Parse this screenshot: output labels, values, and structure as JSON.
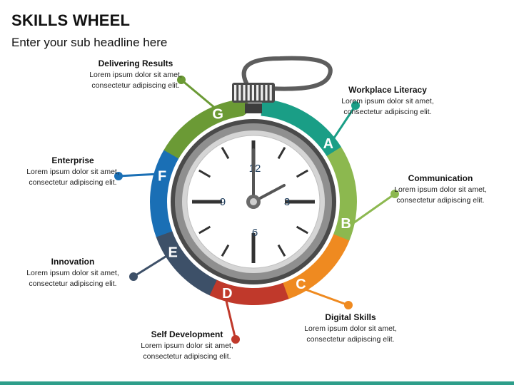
{
  "header": {
    "title": "SKILLS WHEEL",
    "subtitle": "Enter your sub headline here"
  },
  "clock": {
    "numbers": [
      "12",
      "3",
      "6",
      "9"
    ]
  },
  "skills": [
    {
      "letter": "A",
      "title": "Workplace Literacy",
      "body": "Lorem ipsum dolor sit amet, consectetur adipiscing elit.",
      "color": "#1a9e86"
    },
    {
      "letter": "B",
      "title": "Communication",
      "body": "Lorem ipsum dolor sit amet, consectetur adipiscing elit.",
      "color": "#8cb84f"
    },
    {
      "letter": "C",
      "title": "Digital Skills",
      "body": "Lorem ipsum dolor sit amet, consectetur adipiscing elit.",
      "color": "#ef8a20"
    },
    {
      "letter": "D",
      "title": "Self Development",
      "body": "Lorem ipsum dolor sit amet, consectetur adipiscing elit.",
      "color": "#c0392b"
    },
    {
      "letter": "E",
      "title": "Innovation",
      "body": "Lorem ipsum dolor sit amet, consectetur adipiscing elit.",
      "color": "#3d5068"
    },
    {
      "letter": "F",
      "title": "Enterprise",
      "body": "Lorem ipsum dolor sit amet, consectetur adipiscing elit.",
      "color": "#1a6fb5"
    },
    {
      "letter": "G",
      "title": "Delivering Results",
      "body": "Lorem ipsum dolor sit amet, consectetur adipiscing elit.",
      "color": "#6b9a35"
    }
  ]
}
